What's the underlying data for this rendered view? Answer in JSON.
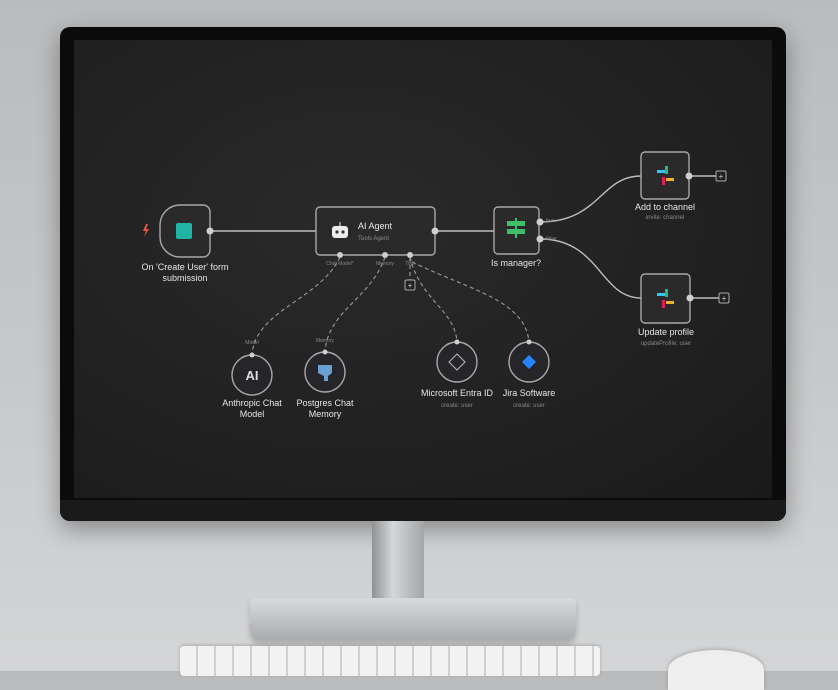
{
  "workflow": {
    "trigger": {
      "label_line1": "On 'Create User' form",
      "label_line2": "submission",
      "icon": "form-icon",
      "badge_icon": "lightning-icon"
    },
    "agent": {
      "title": "AI Agent",
      "subtitle": "Tools Agent",
      "icon": "robot-icon",
      "ports": [
        "Chat Model*",
        "Memory",
        "Tool"
      ]
    },
    "switch": {
      "label": "Is manager?",
      "outputs": [
        "true",
        "false"
      ],
      "icon": "signpost-icon"
    },
    "slack_add": {
      "label": "Add to channel",
      "subtitle": "invite: channel",
      "icon": "slack-icon"
    },
    "slack_update": {
      "label": "Update profile",
      "subtitle": "updateProfile: user",
      "icon": "slack-icon"
    },
    "sub_nodes": [
      {
        "label_line1": "Anthropic Chat",
        "label_line2": "Model",
        "port": "Model",
        "icon": "anthropic-icon"
      },
      {
        "label_line1": "Postgres Chat",
        "label_line2": "Memory",
        "port": "Memory",
        "icon": "postgres-icon"
      },
      {
        "label_line1": "Microsoft Entra ID",
        "label_line2": "create: user",
        "icon": "entra-icon"
      },
      {
        "label_line1": "Jira Software",
        "label_line2": "create: user",
        "icon": "jira-icon"
      }
    ],
    "add_symbol": "+"
  },
  "colors": {
    "canvas": "#222223",
    "node_border": "#9a9a9a",
    "trigger_accent": "#e8563f",
    "form_icon": "#21b3a4",
    "switch_icon": "#3fbf6a",
    "jira": "#2684ff"
  }
}
